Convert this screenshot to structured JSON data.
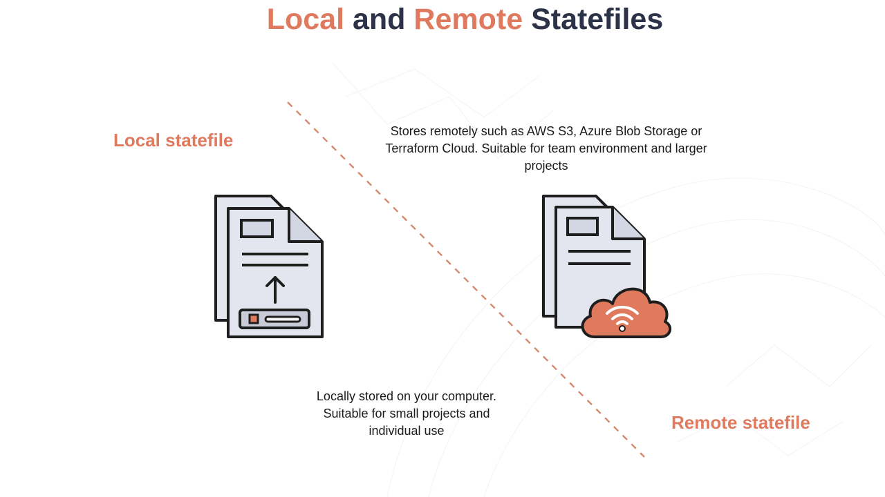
{
  "title": {
    "part1": "Local",
    "part2": "and",
    "part3": "Remote",
    "part4": "Statefiles"
  },
  "local": {
    "label": "Local statefile",
    "description_lines": [
      "Locally stored on your computer.",
      "Suitable for small projects and",
      "individual use"
    ]
  },
  "remote": {
    "label": "Remote statefile",
    "description_lines": [
      "Stores remotely such as AWS S3, Azure Blob Storage or",
      "Terraform  Cloud. Suitable for team environment and larger",
      "projects"
    ]
  },
  "icons": {
    "local": "document-upload-drive-icon",
    "remote": "document-cloud-wifi-icon"
  },
  "colors": {
    "accent": "#e07a5f",
    "dark": "#2c3349",
    "icon_fill": "#e4e6ef",
    "icon_stroke": "#1e1e1e",
    "divider": "#d4896d"
  }
}
